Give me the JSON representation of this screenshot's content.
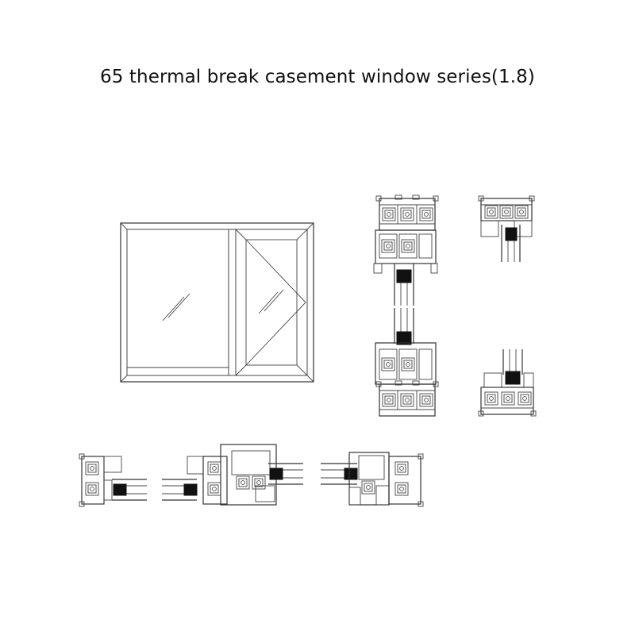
{
  "title": "65 thermal break casement window series(1.8)",
  "colors": {
    "line": "#333333",
    "fill_dark": "#111111",
    "background": "#ffffff"
  },
  "elevation": {
    "panes": [
      "fixed",
      "casement"
    ],
    "opening_indicator": "triangle"
  },
  "sections": [
    {
      "id": "vertical-head-mullion"
    },
    {
      "id": "vertical-head-fixed"
    },
    {
      "id": "vertical-sill-casement"
    },
    {
      "id": "vertical-sill-fixed"
    },
    {
      "id": "horizontal-jamb-left"
    },
    {
      "id": "horizontal-mullion"
    },
    {
      "id": "horizontal-jamb-right"
    }
  ]
}
